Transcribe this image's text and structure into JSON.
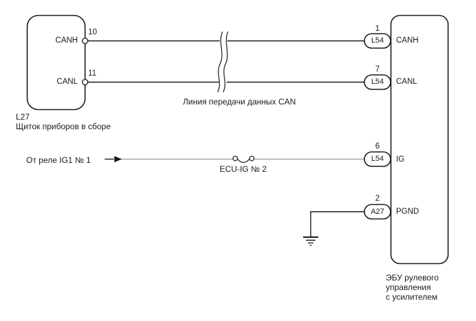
{
  "left_component": {
    "code": "L27",
    "caption": "Щиток приборов в сборе",
    "pins": [
      {
        "number": "10",
        "label": "CANH"
      },
      {
        "number": "11",
        "label": "CANL"
      }
    ]
  },
  "right_component": {
    "caption_line1": "ЭБУ рулевого",
    "caption_line2": "управления",
    "caption_line3": "с усилителем",
    "pins": [
      {
        "number": "1",
        "connector": "L54",
        "label": "CANH"
      },
      {
        "number": "7",
        "connector": "L54",
        "label": "CANL"
      },
      {
        "number": "6",
        "connector": "L54",
        "label": "IG"
      },
      {
        "number": "2",
        "connector": "A27",
        "label": "PGND"
      }
    ]
  },
  "labels": {
    "can_bus": "Линия передачи данных CAN",
    "ig_source": "От реле IG1 № 1",
    "fuse": "ECU-IG № 2"
  },
  "colors": {
    "wire_dark": "#1a1a1a",
    "wire_gray": "#999999",
    "background": "#ffffff"
  }
}
